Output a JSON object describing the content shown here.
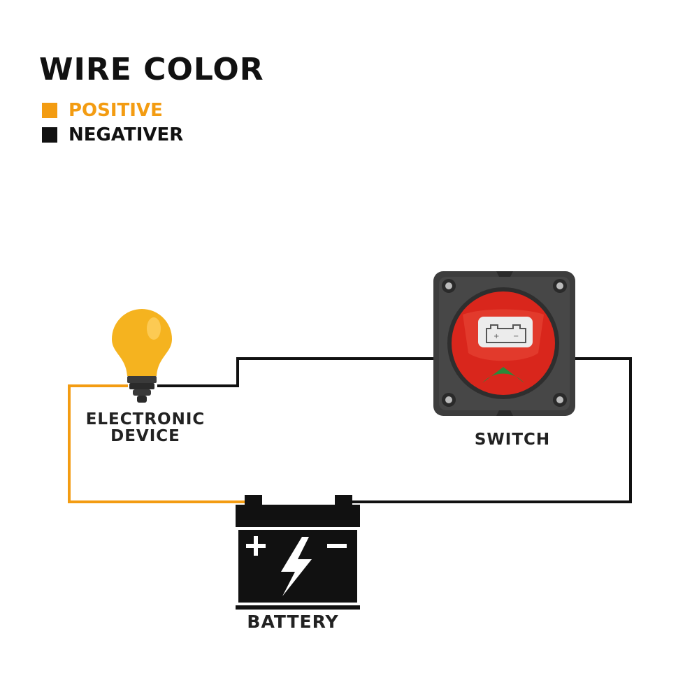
{
  "legend": {
    "title": "WIRE COLOR",
    "items": [
      {
        "label": "POSITIVE",
        "color": "#f39c12"
      },
      {
        "label": "NEGATIVER",
        "color": "#111111"
      }
    ]
  },
  "components": {
    "device": {
      "label_line1": "ELECTRONIC",
      "label_line2": "DEVICE",
      "icon": "light-bulb-icon"
    },
    "switch": {
      "label": "SWITCH",
      "icon": "battery-disconnect-switch-icon"
    },
    "battery": {
      "label": "BATTERY",
      "icon": "battery-icon"
    }
  },
  "colors": {
    "positive_wire": "#f39c12",
    "negative_wire": "#111111",
    "bulb": "#f5b31f",
    "switch_housing": "#3a3a3a",
    "switch_knob": "#d9261c"
  }
}
